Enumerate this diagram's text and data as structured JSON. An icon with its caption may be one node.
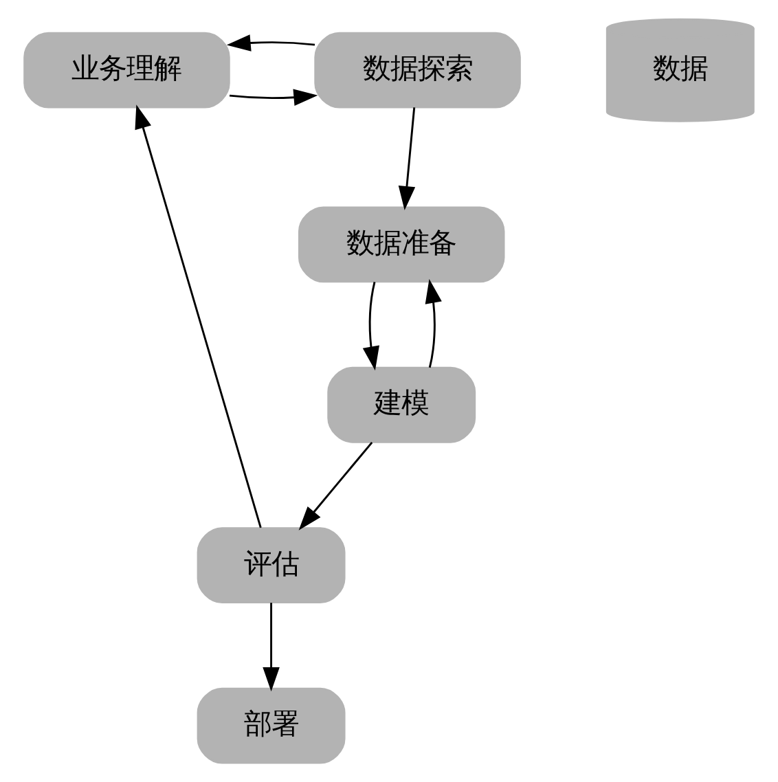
{
  "diagram": {
    "nodes": [
      {
        "text": [
          "业务理解"
        ]
      },
      {
        "text": [
          "数据探索"
        ]
      },
      {
        "text": [
          "数据准备"
        ]
      },
      {
        "text": [
          "建模"
        ]
      },
      {
        "text": [
          "评估"
        ]
      },
      {
        "text": [
          "部署"
        ]
      },
      {
        "text": [
          "数据"
        ]
      }
    ],
    "edges": [
      {
        "from": 0,
        "to": 1,
        "arrow": "to"
      },
      {
        "from": 1,
        "to": 0,
        "arrow": "to"
      },
      {
        "from": 1,
        "to": 2,
        "arrow": "to"
      },
      {
        "from": 2,
        "to": 3,
        "arrow": "to"
      },
      {
        "from": 3,
        "to": 2,
        "arrow": "to"
      },
      {
        "from": 3,
        "to": 4,
        "arrow": "to"
      },
      {
        "from": 4,
        "to": 0,
        "arrow": "to"
      },
      {
        "from": 4,
        "to": 5,
        "arrow": "to"
      }
    ]
  }
}
